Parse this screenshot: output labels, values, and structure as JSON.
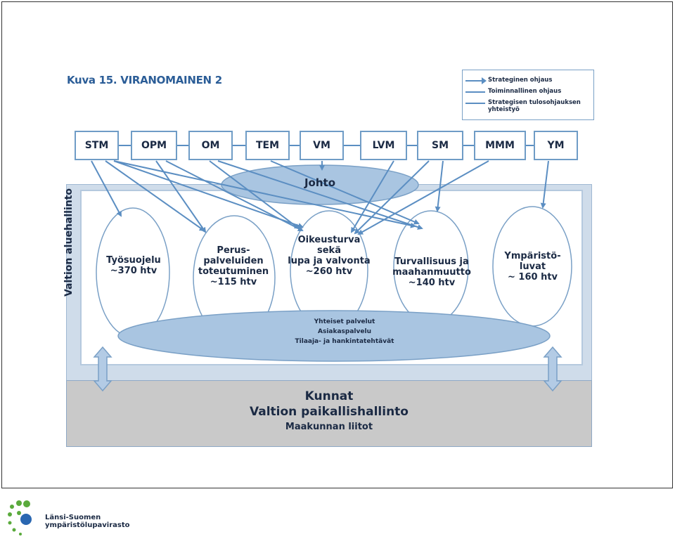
{
  "title": "Kuva 15. VIRANOMAINEN 2",
  "legend": {
    "items": [
      {
        "label": "Strateginen ohjaus",
        "style": "arrow"
      },
      {
        "label": "Toiminnallinen ohjaus",
        "style": "line"
      },
      {
        "label": "Strategisen tulosohjauksen yhteistyö",
        "style": "line"
      }
    ]
  },
  "ministries": [
    "STM",
    "OPM",
    "OM",
    "TEM",
    "VM",
    "LVM",
    "SM",
    "MMM",
    "YM"
  ],
  "johto": "Johto",
  "side_label": "Valtion aluehallinto",
  "units": [
    {
      "lines": [
        "Työsuojelu",
        "~370 htv"
      ]
    },
    {
      "lines": [
        "Perus-",
        "palveluiden",
        "toteutuminen",
        "~115 htv"
      ]
    },
    {
      "lines": [
        "Oikeusturva",
        "sekä",
        "lupa ja valvonta",
        "~260 htv"
      ]
    },
    {
      "lines": [
        "Turvallisuus ja",
        "maahanmuutto",
        "~140 htv"
      ]
    },
    {
      "lines": [
        "Ympäristö-",
        "luvat",
        "~ 160 htv"
      ]
    }
  ],
  "shared_services": [
    "Yhteiset palvelut",
    "Asiakaspalvelu",
    "Tilaaja- ja hankintatehtävät"
  ],
  "lower": {
    "line1": "Kunnat",
    "line2": "Valtion paikallishallinto",
    "line3": "Maakunnan liitot"
  },
  "footer": {
    "org_line1": "Länsi-Suomen",
    "org_line2": "ympäristölupavirasto"
  },
  "colors": {
    "accent": "#5b8ec2",
    "ellipse_fill": "#a9c5e1",
    "region_fill": "#cfdcea",
    "lower_fill": "#c9c9c9",
    "logo_green": "#5aaa3c",
    "logo_blue": "#2a67b1"
  }
}
